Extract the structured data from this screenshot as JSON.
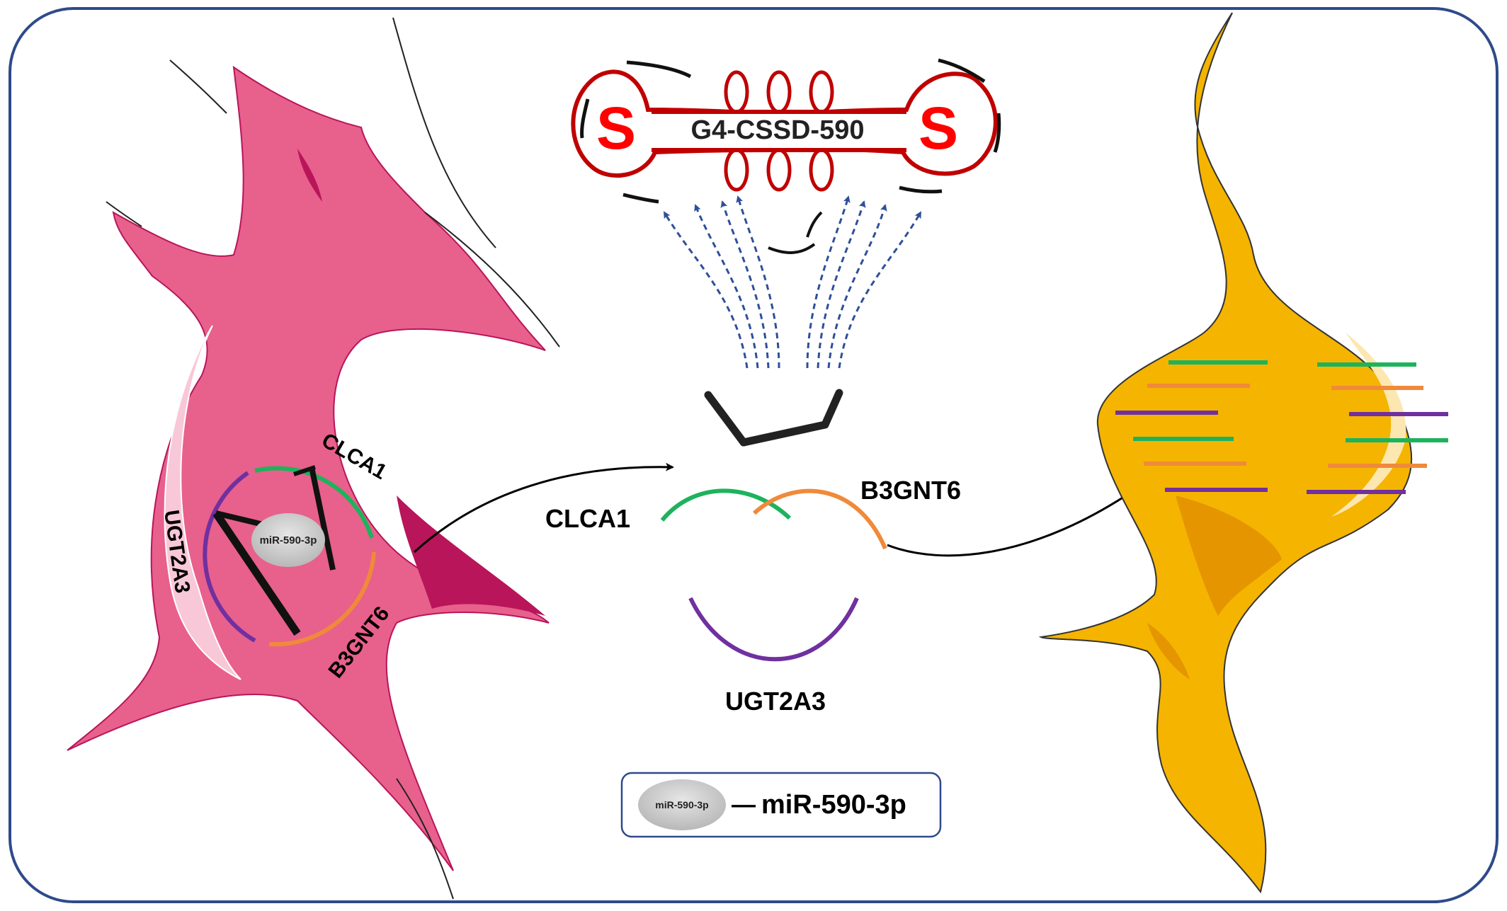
{
  "diagram": {
    "top_construct": {
      "label": "G4-CSSD-590",
      "left_symbol": "S",
      "right_symbol": "S"
    },
    "cell_panel": {
      "nucleus_label": "miR-590-3p",
      "gene_labels": {
        "clca1": "CLCA1",
        "b3gnt6": "B3GNT6",
        "ugt2a3": "UGT2A3"
      }
    },
    "center_panel": {
      "gene_labels": {
        "clca1": "CLCA1",
        "b3gnt6": "B3GNT6",
        "ugt2a3": "UGT2A3"
      }
    },
    "legend": {
      "symbol_label": "miR-590-3p",
      "dash": "—",
      "label": "miR-590-3p"
    },
    "colors": {
      "frame": "#2e4a8a",
      "cell_body": "#e8608c",
      "cell_dark": "#b8155a",
      "cell_highlight": "#f8c8d8",
      "construct_red": "#c00000",
      "s_red": "#ff0000",
      "arrow_blue": "#2f4f9a",
      "orange_cell": "#f5b400",
      "orange_dark": "#e59500",
      "gene_green": "#1db35c",
      "gene_orange": "#ef8a3a",
      "gene_purple": "#7030a0",
      "mirna_grey": "#cccccc"
    }
  }
}
